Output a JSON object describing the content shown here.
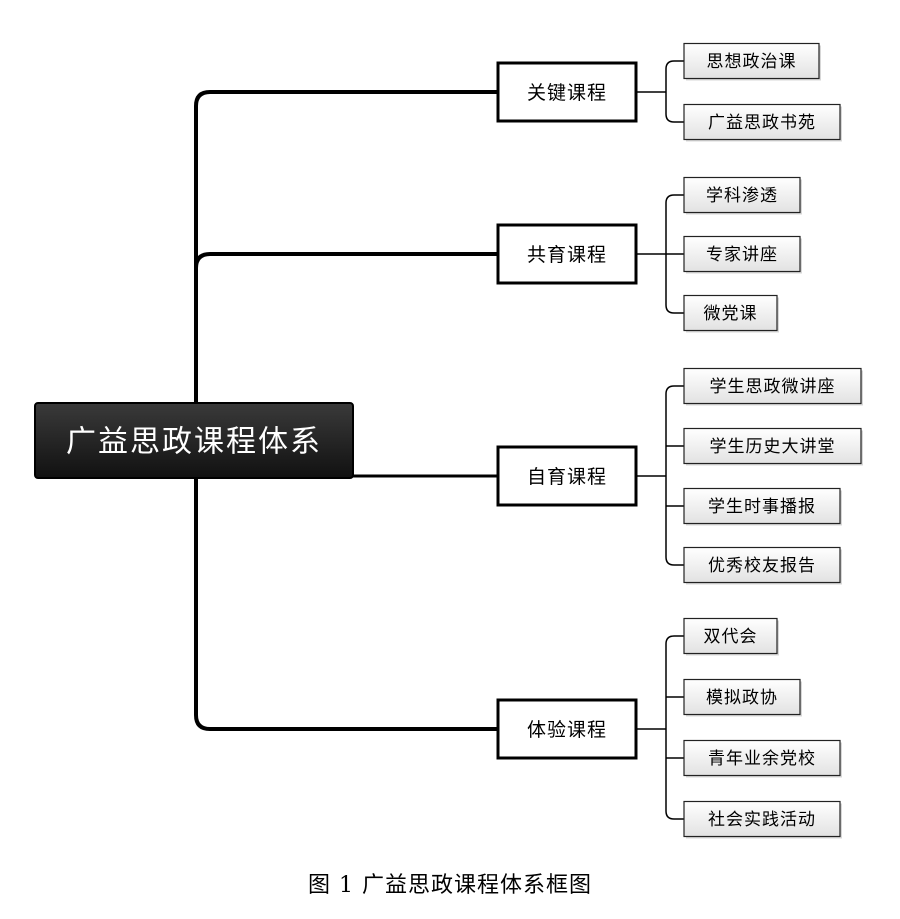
{
  "root": {
    "label": "广益思政课程体系"
  },
  "categories": [
    {
      "label": "关键课程",
      "items": [
        "思想政治课",
        "广益思政书苑"
      ]
    },
    {
      "label": "共育课程",
      "items": [
        "学科渗透",
        "专家讲座",
        "微党课"
      ]
    },
    {
      "label": "自育课程",
      "items": [
        "学生思政微讲座",
        "学生历史大讲堂",
        "学生时事播报",
        "优秀校友报告"
      ]
    },
    {
      "label": "体验课程",
      "items": [
        "双代会",
        "模拟政协",
        "青年业余党校",
        "社会实践活动"
      ]
    }
  ],
  "caption": "图 1 广益思政课程体系框图"
}
